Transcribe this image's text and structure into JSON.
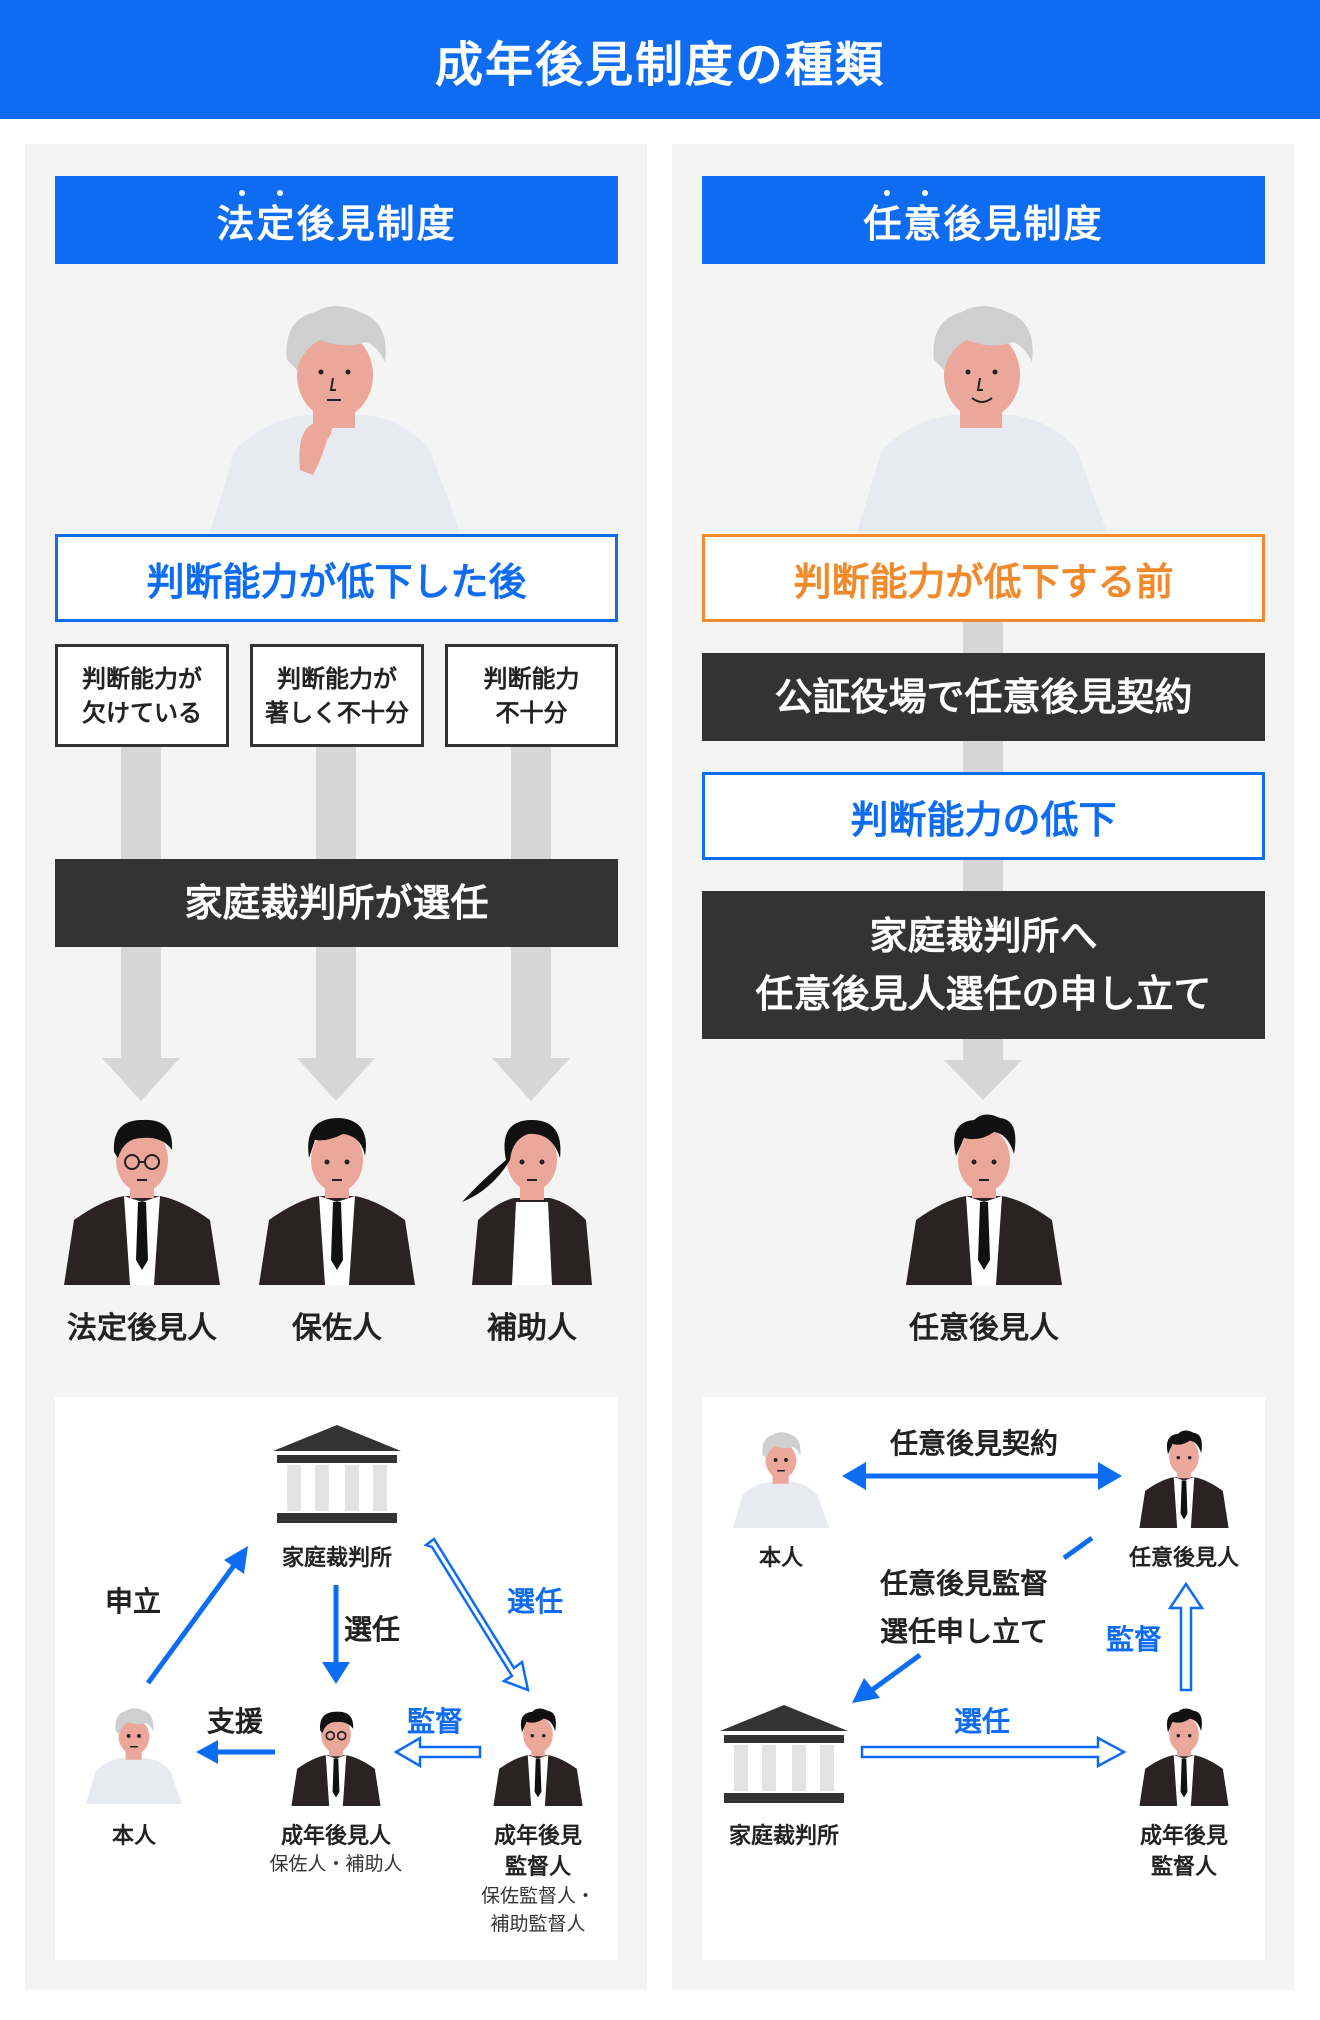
{
  "title": "成年後見制度の種類",
  "colors": {
    "accent": "#0d6cf2",
    "orange": "#f08a2a",
    "dark": "#333333",
    "panel": "#f4f4f4",
    "arrow_gray": "#d6d6d6"
  },
  "left": {
    "header": "法定後見制度",
    "condition": "判断能力が低下した後",
    "levels": [
      {
        "line1": "判断能力が",
        "line2": "欠けている"
      },
      {
        "line1": "判断能力が",
        "line2": "著しく不十分"
      },
      {
        "line1": "判断能力",
        "line2": "不十分"
      }
    ],
    "court_selects": "家庭裁判所が選任",
    "roles": [
      "法定後見人",
      "保佐人",
      "補助人"
    ],
    "diagram": {
      "court": "家庭裁判所",
      "petition": "申立",
      "appoint_center": "選任",
      "appoint_right": "選任",
      "support": "支援",
      "supervise": "監督",
      "principal": "本人",
      "guardian": "成年後見人",
      "guardian_sub": "保佐人・補助人",
      "supervisor_line1": "成年後見",
      "supervisor_line2": "監督人",
      "supervisor_sub1": "保佐監督人・",
      "supervisor_sub2": "補助監督人"
    }
  },
  "right": {
    "header": "任意後見制度",
    "condition": "判断能力が低下する前",
    "contract": "公証役場で任意後見契約",
    "decline": "判断能力の低下",
    "petition_line1": "家庭裁判所へ",
    "petition_line2": "任意後見人選任の申し立て",
    "role": "任意後見人",
    "diagram": {
      "contract": "任意後見契約",
      "principal": "本人",
      "guardian": "任意後見人",
      "petition_line1": "任意後見監督",
      "petition_line2": "選任申し立て",
      "supervise": "監督",
      "appoint": "選任",
      "court": "家庭裁判所",
      "supervisor_line1": "成年後見",
      "supervisor_line2": "監督人"
    }
  }
}
